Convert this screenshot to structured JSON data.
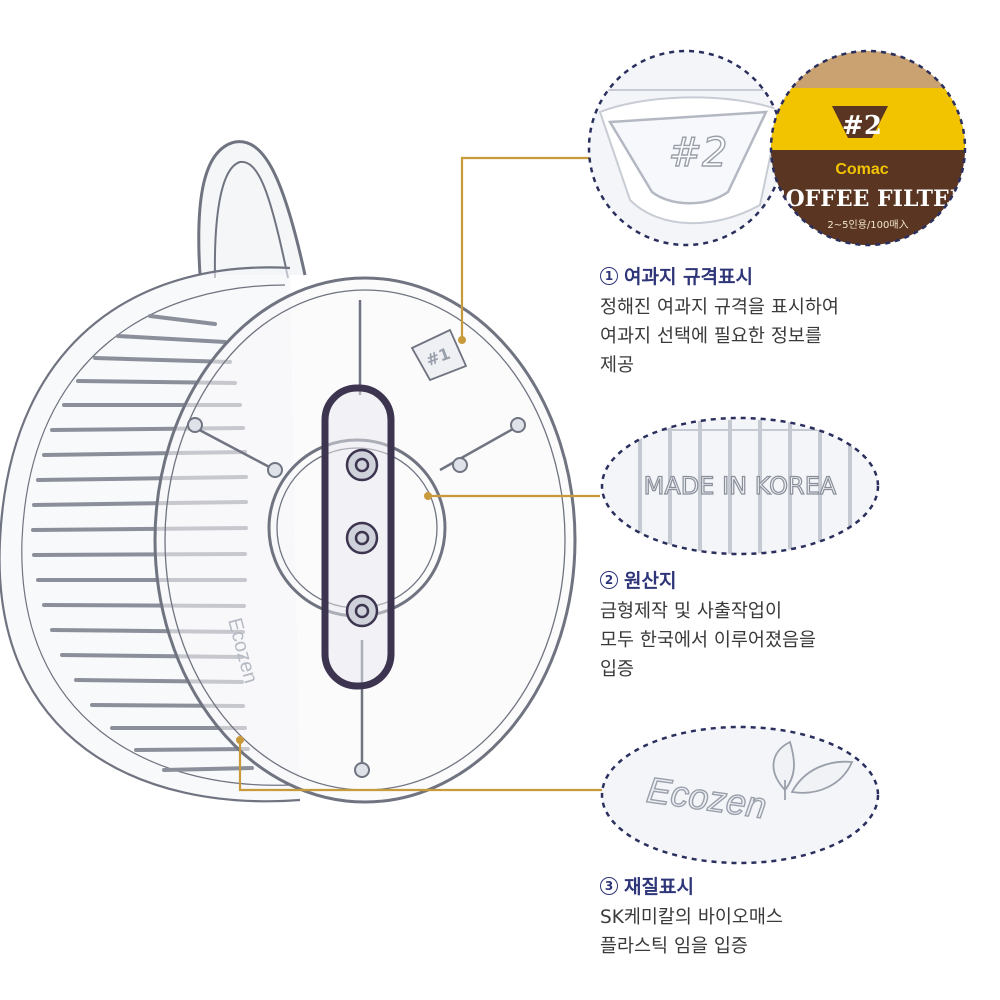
{
  "callout_filter_mark": "#2",
  "callout_box": {
    "brand_number": "#2",
    "brand": "Comac",
    "product": "COFFEE FILTER",
    "sub": "2~5인용/100매入"
  },
  "callout_origin": "MADE IN KOREA",
  "callout_material": "Ecozen",
  "dripper_mark": "#1",
  "colors": {
    "accent": "#2e3578",
    "leader": "#c89a3a",
    "dash": "#2a2f5e"
  },
  "features": [
    {
      "number": "1",
      "title": "여과지 규격표시",
      "lines": [
        "정해진 여과지 규격을 표시하여",
        "여과지 선택에 필요한 정보를",
        "제공"
      ]
    },
    {
      "number": "2",
      "title": "원산지",
      "lines": [
        "금형제작 및 사출작업이",
        "모두 한국에서 이루어졌음을",
        "입증"
      ]
    },
    {
      "number": "3",
      "title": "재질표시",
      "lines": [
        "SK케미칼의 바이오매스",
        "플라스틱 임을 입증"
      ]
    }
  ]
}
